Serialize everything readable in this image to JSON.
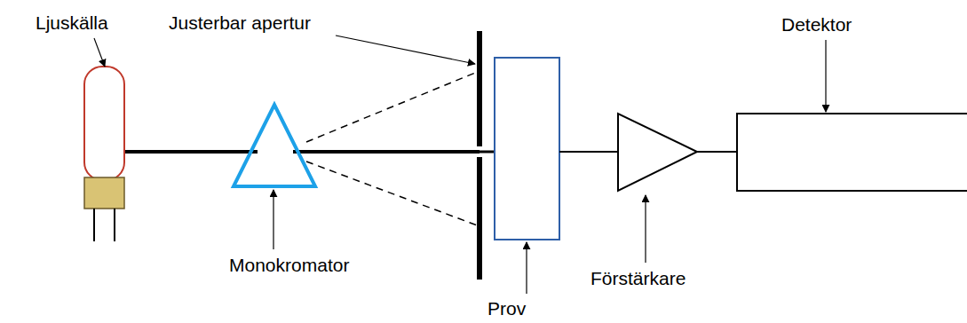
{
  "diagram": {
    "labels": [
      "Ljuskälla",
      "Justerbar apertur",
      "Detektor",
      "Monokromator",
      "Förstärkare",
      "Prov"
    ]
  }
}
